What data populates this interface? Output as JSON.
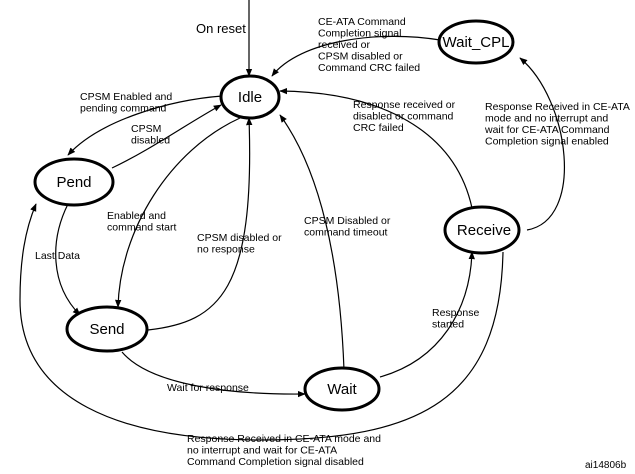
{
  "states": {
    "idle": "Idle",
    "wait_cpl": "Wait_CPL",
    "pend": "Pend",
    "receive": "Receive",
    "send": "Send",
    "wait": "Wait"
  },
  "initial_label": "On reset",
  "transitions": {
    "wait_cpl_to_idle": [
      "CE-ATA Command",
      "Completion signal",
      "received or",
      "CPSM disabled or",
      "Command CRC failed"
    ],
    "idle_to_pend": [
      "CPSM Enabled and",
      "pending command"
    ],
    "pend_to_idle": [
      "CPSM",
      "disabled"
    ],
    "receive_to_idle": [
      "Response received or",
      "disabled or command",
      "CRC failed"
    ],
    "receive_to_wait_cpl": [
      "Response Received in CE-ATA",
      "mode and no interrupt and",
      "wait for CE-ATA Command",
      "Completion signal enabled"
    ],
    "idle_to_send": [
      "Enabled and",
      "command start"
    ],
    "send_to_idle": [
      "CPSM disabled or",
      "no response"
    ],
    "wait_to_idle": [
      "CPSM Disabled or",
      "command timeout"
    ],
    "pend_to_send": [
      "Last Data"
    ],
    "wait_to_receive": [
      "Response",
      "started"
    ],
    "send_to_wait": [
      "Wait for response"
    ],
    "receive_to_pend": [
      "Response Received in CE-ATA mode and",
      "no interrupt and wait for CE-ATA",
      "Command Completion signal disabled"
    ]
  },
  "figure_id": "ai14806b"
}
